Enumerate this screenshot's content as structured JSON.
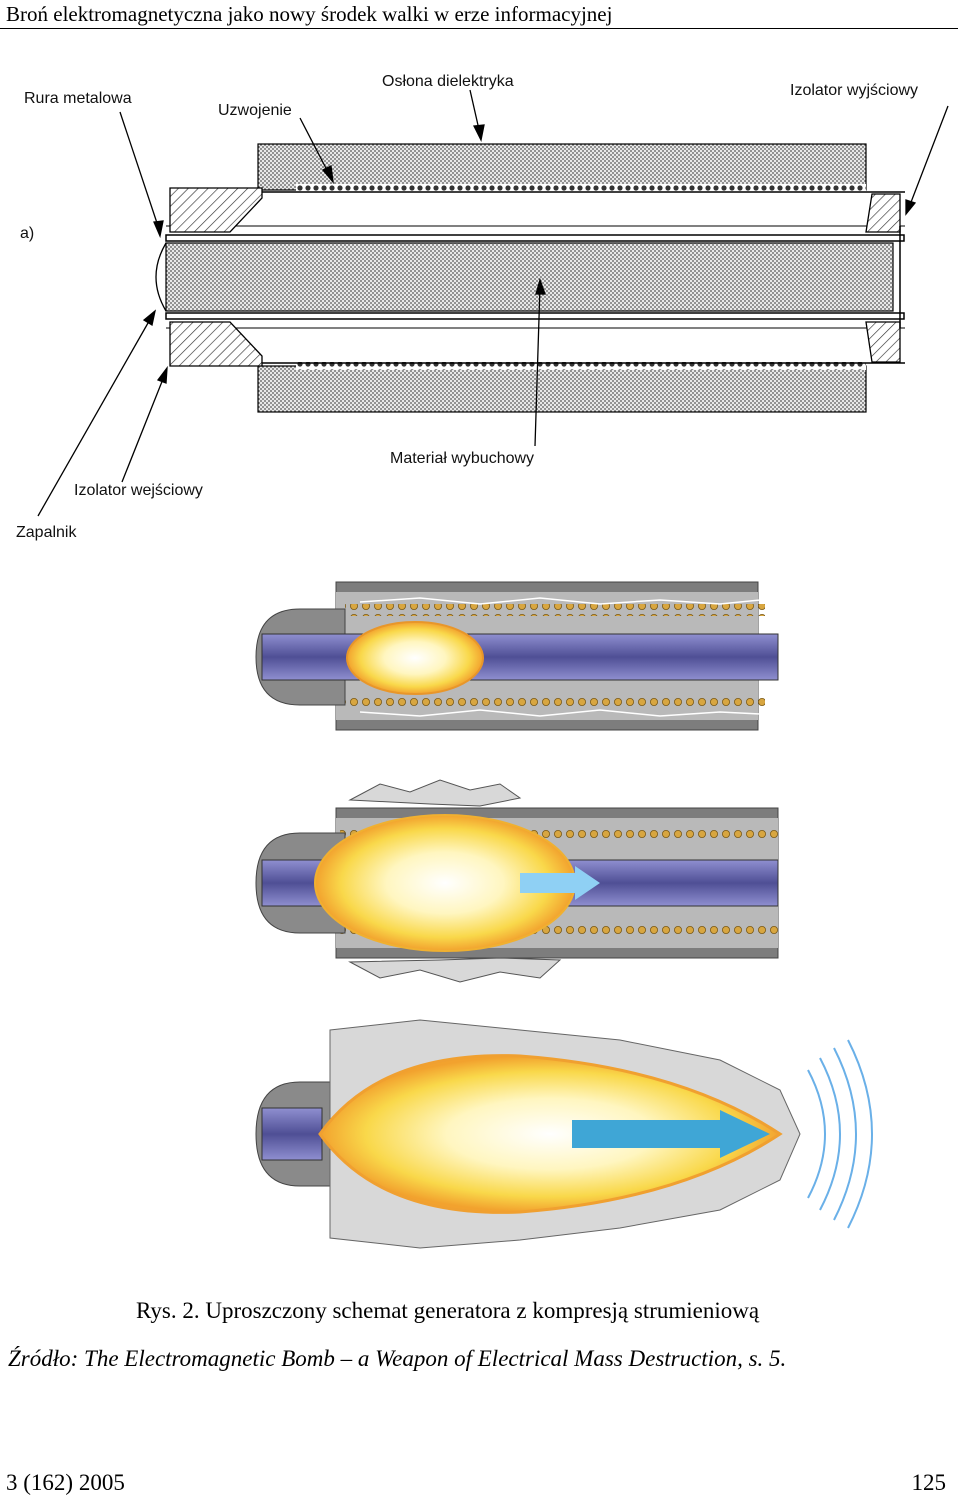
{
  "header": {
    "title": "Broń elektromagnetyczna jako nowy środek walki w erze informacyjnej"
  },
  "diagram_a": {
    "panel_label": "a)",
    "labels": {
      "metal_tube": "Rura metalowa",
      "winding": "Uzwojenie",
      "dielectric_shield": "Osłona dielektryka",
      "output_insulator": "Izolator wyjściowy",
      "explosive": "Materiał wybuchowy",
      "input_insulator": "Izolator wejściowy",
      "detonator": "Zapalnik"
    }
  },
  "stages": [
    {
      "name": "stage-1-ignition"
    },
    {
      "name": "stage-2-compression"
    },
    {
      "name": "stage-3-emission"
    }
  ],
  "caption": "Rys. 2. Uproszczony schemat generatora z kompresją strumieniową",
  "source": "Źródło: The Electromagnetic Bomb – a Weapon of Electrical Mass Destruction, s. 5.",
  "footer": {
    "issue": "3 (162) 2005",
    "page": "125"
  },
  "colors": {
    "tube_blue": "#5b5b9e",
    "explosion_yellow": "#f7d94a",
    "explosion_orange": "#f0a030",
    "casing_gray": "#8c8c8c",
    "wave_blue": "#6ab0e8"
  }
}
